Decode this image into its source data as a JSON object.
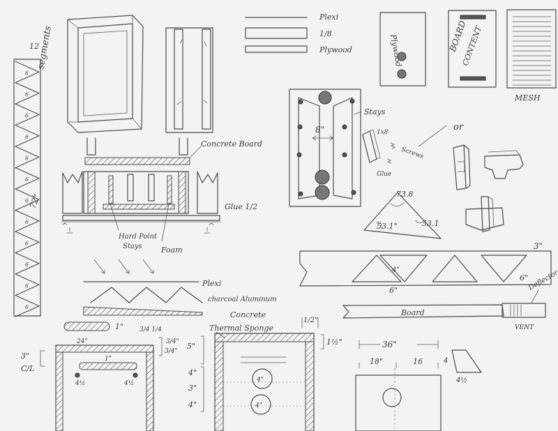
{
  "labels": {
    "segments": "segments",
    "twelve": "12",
    "seventy_two": "72\"",
    "plexi_legend": "Plexi",
    "eighth_legend": "1/8",
    "plywood_legend": "Plywood",
    "plywood_panel": "Plywood",
    "board_content_1": "BOARD",
    "board_content_2": "CONTENT",
    "mesh": "MESH",
    "stays": "Stays",
    "eight_in": "8\"",
    "one_by_eight": "1x8",
    "screws": "Screws",
    "glue": "Glue",
    "or": "or",
    "concrete_board": "Concrete Board",
    "glue_half": "Glue 1/2",
    "hard_point_1": "Hard Point",
    "hard_point_2": "Stays",
    "foam": "Foam",
    "angle_73": "73.8",
    "angle_53a": "53.1°",
    "angle_53b": "53.1",
    "plexi_layer": "Plexi",
    "charcoal_aluminum": "charcoal Aluminum",
    "concrete": "Concrete",
    "three_in_top": "3\"",
    "four_in": "4\"",
    "six_in_left": "6\"",
    "six_in_right": "6\"",
    "deflector": "Deflector",
    "board_plank": "Board",
    "vent": "VENT",
    "one_in_a": "1\"",
    "twenty_four": "24\"",
    "three_quarter_pair": "3/4 1/4",
    "one_in_b": "1\"",
    "three_in_side": "3\"",
    "cl": "C/L",
    "three_quarter_a": "3/4\"",
    "three_quarter_b": "3/4\"",
    "four_half_a": "4½",
    "four_half_b": "4½",
    "thermal_sponge": "Thermal Sponge",
    "one_half_top": "1/2\"",
    "one_half_side": "1½\"",
    "five_in": "5\"",
    "four_in_a": "4\"",
    "four_in_b": "4\"",
    "three_in_c": "3\"",
    "four_in_c": "4\"",
    "four_in_hole_a": "4\"",
    "four_in_hole_b": "4\"",
    "thirty_six": "36\"",
    "eighteen": "18\"",
    "sixteen": "16",
    "four_small": "4",
    "four_half_c": "4½"
  },
  "seg_numbers": [
    "6",
    "6",
    "6",
    "6",
    "6",
    "6",
    "6",
    "6",
    "6",
    "6",
    "6",
    "6"
  ],
  "colors": {
    "paper": "#f4f3f0",
    "pencil": "#4a4a4a"
  }
}
